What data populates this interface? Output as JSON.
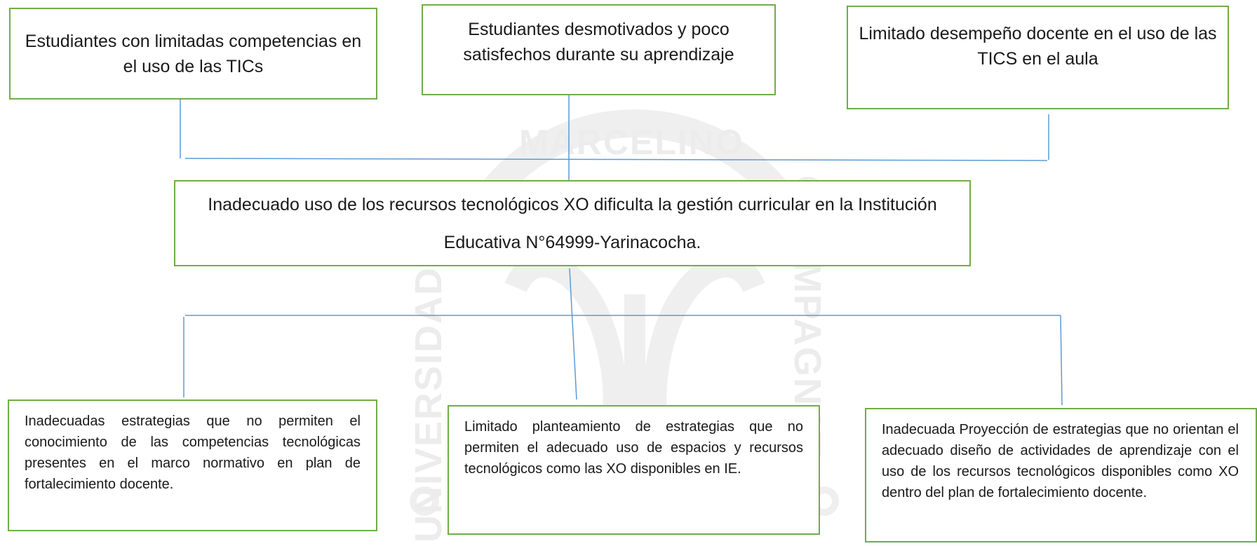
{
  "watermark": {
    "top_text": "MARCELINO",
    "left_text": "UNIVERSIDAD",
    "right_text": "CHAMPAGNAT"
  },
  "effects": [
    {
      "text": "Estudiantes con limitadas competencias en el uso de las TICs"
    },
    {
      "text": "Estudiantes desmotivados y poco satisfechos durante su aprendizaje"
    },
    {
      "text": "Limitado desempeño docente en el uso de las TICS en el aula"
    }
  ],
  "problem": {
    "text": "Inadecuado uso de los recursos tecnológicos XO dificulta la gestión curricular en la Institución Educativa N°64999-Yarinacocha."
  },
  "causes": [
    {
      "text": "Inadecuadas estrategias que no permiten el conocimiento de las competencias tecnológicas presentes en el marco normativo en plan de fortalecimiento docente."
    },
    {
      "text": "Limitado planteamiento de estrategias que no permiten el adecuado uso de espacios y recursos tecnológicos como las XO disponibles en IE."
    },
    {
      "text": "Inadecuada Proyección de estrategias que no orientan el adecuado diseño de actividades de aprendizaje con el uso de los recursos tecnológicos disponibles como XO dentro del plan de fortalecimiento docente."
    }
  ],
  "colors": {
    "box_border": "#70ad47",
    "connector": "#5b9bd5",
    "watermark": "#ececec"
  }
}
